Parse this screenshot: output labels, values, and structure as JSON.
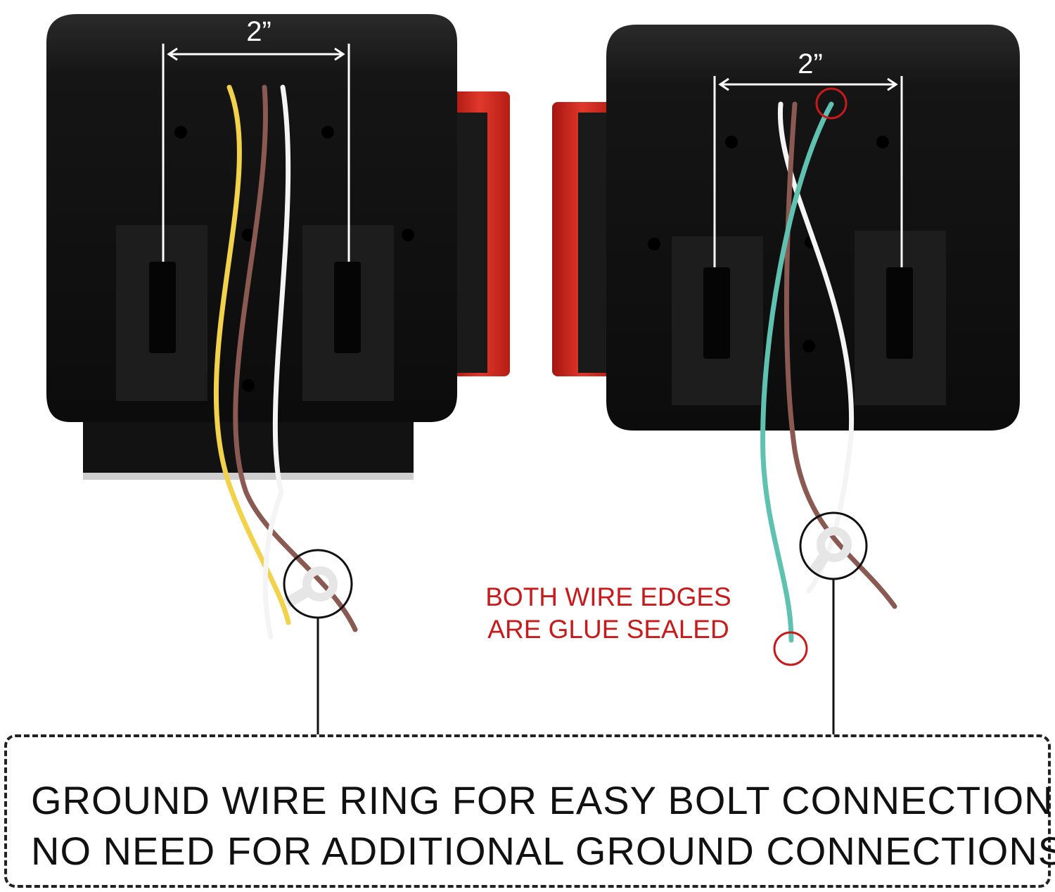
{
  "left_light": {
    "dimension_label": "2”"
  },
  "right_light": {
    "dimension_label": "2”"
  },
  "note": {
    "line1": "BOTH WIRE EDGES",
    "line2": "ARE GLUE SEALED"
  },
  "callout": {
    "line1": "GROUND WIRE RING FOR EASY BOLT CONNECTION.",
    "line2": "NO NEED FOR ADDITIONAL GROUND CONNECTIONS"
  },
  "colors": {
    "housing": "#161616",
    "reflector": "#d12a1f",
    "wire_yellow": "#f2d24a",
    "wire_brown": "#8a5a52",
    "wire_white": "#f4f4f4",
    "wire_green": "#5fc2b0",
    "highlight_red": "#c81a1a"
  }
}
